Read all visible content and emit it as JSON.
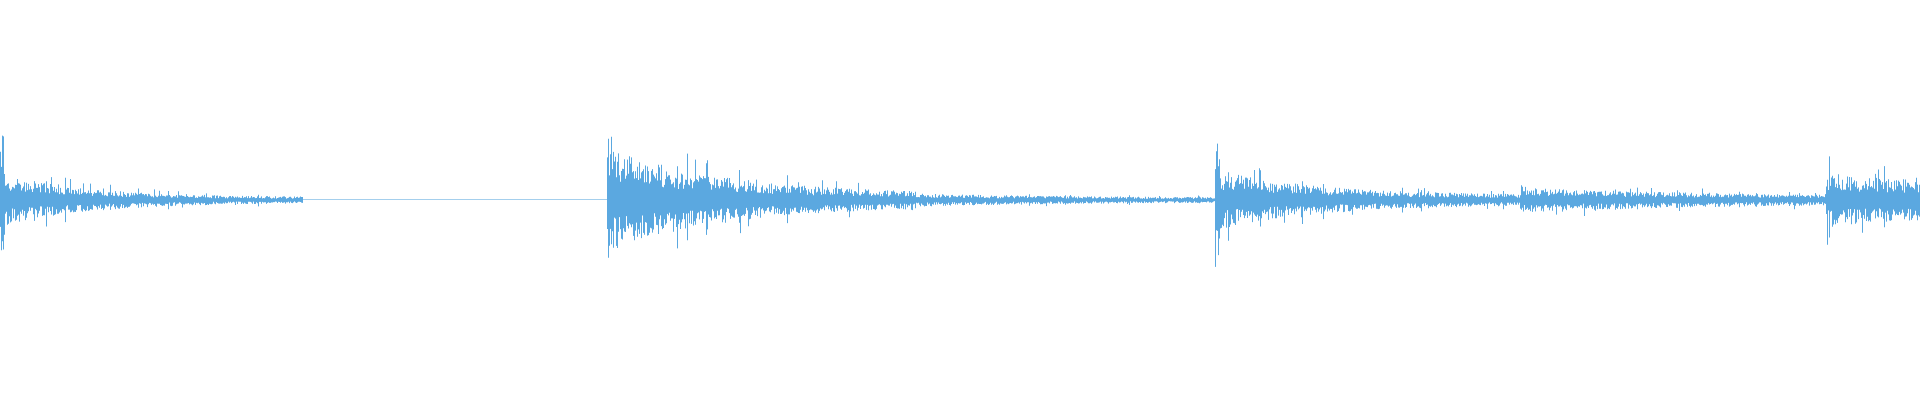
{
  "waveform": {
    "color": "#5ba8e0",
    "background": "#ffffff",
    "segments": [
      {
        "start": 0.0,
        "end": 0.158,
        "attack_peak": 0.92,
        "sustain": 0.28,
        "tail": 0.03,
        "decay": 3.5
      },
      {
        "start": 0.316,
        "end": 0.475,
        "attack_peak": 1.0,
        "sustain": 0.55,
        "tail": 0.06,
        "decay": 2.6
      },
      {
        "start": 0.475,
        "end": 0.633,
        "attack_peak": 0.12,
        "sustain": 0.07,
        "tail": 0.02,
        "decay": 1.6
      },
      {
        "start": 0.633,
        "end": 0.792,
        "attack_peak": 0.9,
        "sustain": 0.32,
        "tail": 0.05,
        "decay": 3.0
      },
      {
        "start": 0.792,
        "end": 0.951,
        "attack_peak": 0.2,
        "sustain": 0.13,
        "tail": 0.03,
        "decay": 1.3
      },
      {
        "start": 0.951,
        "end": 1.0,
        "attack_peak": 0.58,
        "sustain": 0.3,
        "tail": 0.2,
        "decay": 2.0
      }
    ]
  }
}
